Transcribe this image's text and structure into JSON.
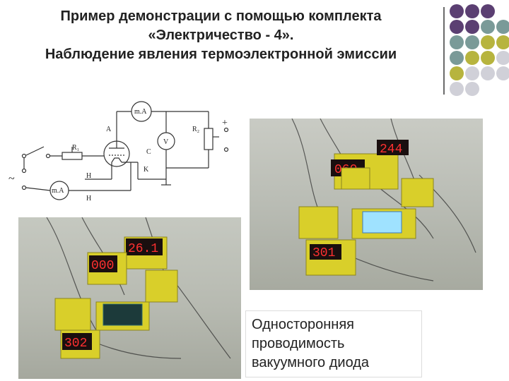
{
  "title": {
    "line1": "Пример демонстрации с помощью комплекта",
    "line2": "«Электричество - 4».",
    "line3": "Наблюдение явления термоэлектронной эмиссии"
  },
  "decoration": {
    "dot_colors": [
      "#5b3f72",
      "#7a9a98",
      "#b7b43e",
      "#d0d0d8"
    ],
    "divider_color": "#6b6b6b"
  },
  "circuit": {
    "labels": {
      "mA_top": "m.A",
      "mA_bottom": "m.A",
      "voltmeter": "V",
      "A": "A",
      "C": "C",
      "K": "K",
      "H1": "H",
      "H2": "H",
      "R1": "R₁",
      "R2": "R₂",
      "plus": "+",
      "tilde": "~"
    }
  },
  "photos": {
    "right": {
      "displays": [
        "244",
        "060",
        "301"
      ]
    },
    "left": {
      "displays": [
        "26.1",
        "000",
        "302"
      ]
    }
  },
  "caption": {
    "line1": "Односторонняя",
    "line2": "проводимость",
    "line3": "вакуумного диода"
  }
}
